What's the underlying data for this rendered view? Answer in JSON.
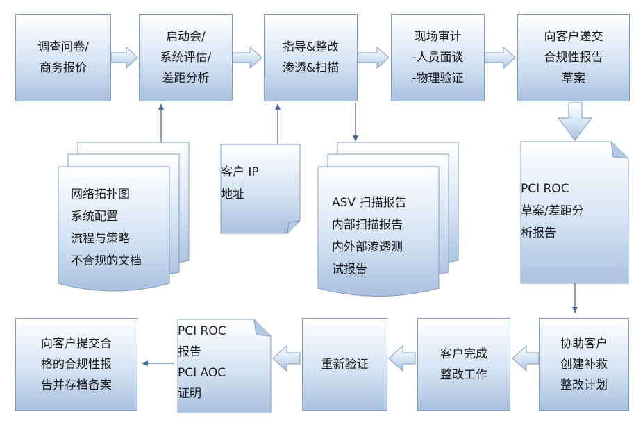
{
  "boxes": {
    "b1": [
      "调查问卷/",
      "商务报价"
    ],
    "b2": [
      "启动会/",
      "系统评估/",
      "差距分析"
    ],
    "b3": [
      "指导&整改",
      "渗透&扫描"
    ],
    "b4": [
      "现场审计",
      "-人员面谈",
      "-物理验证"
    ],
    "b5": [
      "向客户递交",
      "合规性报告",
      "草案"
    ],
    "b6": [
      "协助客户",
      "创建补救",
      "整改计划"
    ],
    "b7": [
      "客户完成",
      "整改工作"
    ],
    "b8": [
      "重新验证"
    ],
    "b9": [
      "向客户提交合",
      "格的合规性报",
      "告并存档备案"
    ]
  },
  "documents": {
    "network_docs": [
      "网络拓扑图",
      "系统配置",
      "流程与策略",
      "不合规的文档"
    ],
    "client_ip": [
      "客户 IP",
      "地址"
    ],
    "scan_reports": [
      "ASV 扫描报告",
      "内部扫描报告",
      "内外部渗透测",
      "试报告"
    ],
    "roc_draft": [
      "PCI ROC",
      "草案/差距分",
      "析报告"
    ],
    "roc_final": [
      "PCI ROC",
      "报告",
      "PCI AOC",
      "证明"
    ]
  }
}
